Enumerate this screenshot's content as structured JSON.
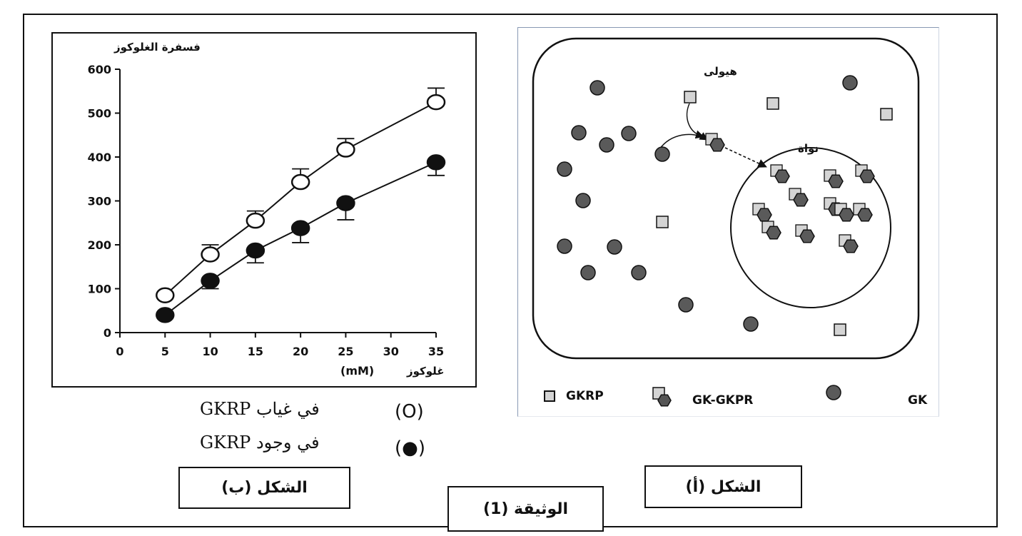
{
  "document_title": "الوثيقة (1)",
  "figure_a": {
    "caption": "الشكل (أ)",
    "cytoplasm_label": "هيولى",
    "nucleus_label": "نواة",
    "legend": {
      "gkrp_label": "GKRP",
      "complex_label": "GK-GKPR",
      "gk_label": "GK"
    },
    "colors": {
      "gk_fill": "#5a5a5a",
      "gkrp_fill": "#d4d4d4",
      "stroke": "#111111"
    }
  },
  "figure_b": {
    "caption": "الشكل (ب)",
    "legend_absent_text": "في غياب GKRP",
    "legend_absent_mark": "(O)",
    "legend_present_text": "في وجود GKRP",
    "legend_present_mark": "(●)",
    "ylabel": "فسفرة الغلوكوز",
    "xlabel_unit": "(mM)",
    "xlabel_text": "غلوكوز"
  },
  "chart_data": {
    "type": "line",
    "ylabel": "فسفرة الغلوكوز",
    "xlabel": "غلوكوز (mM)",
    "xlim": [
      0,
      35
    ],
    "ylim": [
      0,
      600
    ],
    "xticks": [
      0,
      5,
      10,
      15,
      20,
      25,
      30,
      35
    ],
    "yticks": [
      0,
      100,
      200,
      300,
      400,
      500,
      600
    ],
    "grid": false,
    "x": [
      5,
      10,
      15,
      20,
      25,
      35
    ],
    "series": [
      {
        "name": "في غياب GKRP",
        "marker": "open-circle",
        "values": [
          85,
          178,
          255,
          343,
          417,
          525
        ],
        "error_upper": [
          5,
          22,
          22,
          30,
          25,
          32
        ]
      },
      {
        "name": "في وجود GKRP",
        "marker": "filled-circle",
        "values": [
          40,
          118,
          187,
          238,
          295,
          388
        ],
        "error_lower": [
          5,
          18,
          28,
          33,
          38,
          30
        ]
      }
    ]
  }
}
